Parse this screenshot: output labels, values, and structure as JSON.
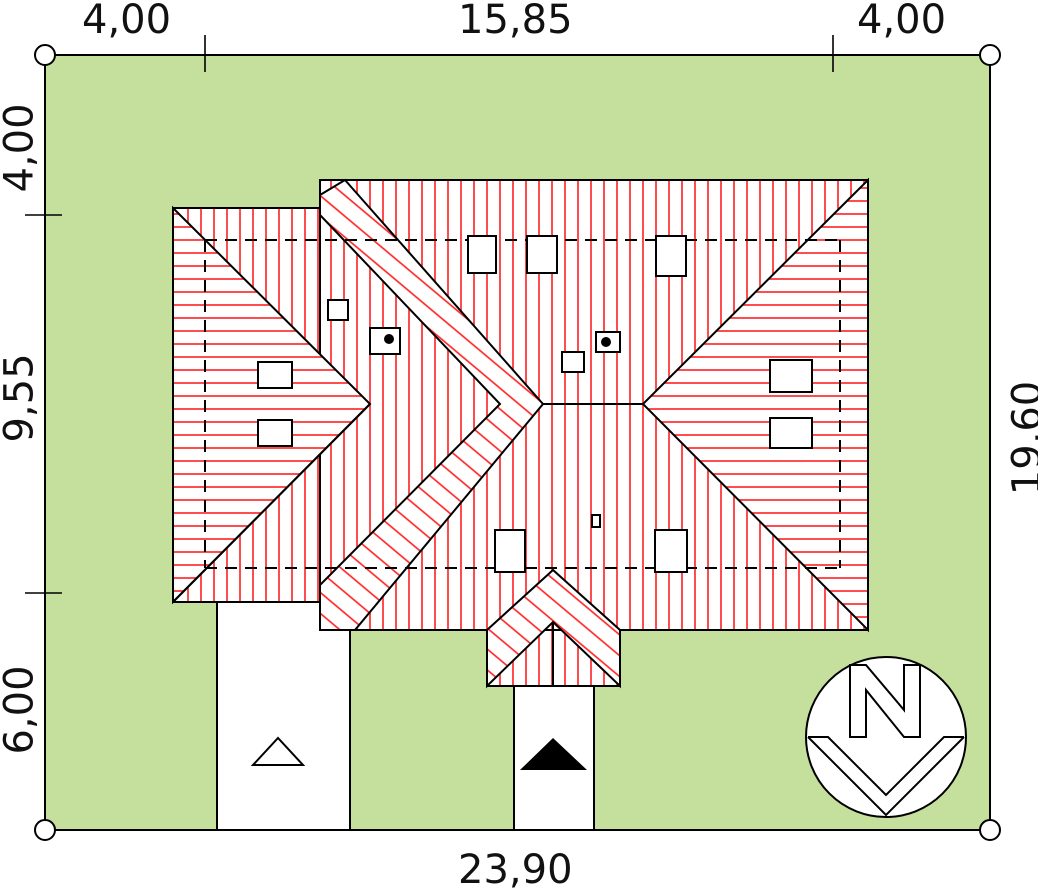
{
  "dimensions": {
    "top_left": "4,00",
    "top_middle": "15,85",
    "top_right": "4,00",
    "left_top": "4,00",
    "left_middle": "9,55",
    "left_bottom": "6,00",
    "right_total": "19,60",
    "bottom_total": "23,90"
  },
  "north_symbol": "N",
  "colors": {
    "plot": "#c5df9c",
    "roof_hatch": "#ff2020",
    "outline": "#000000"
  }
}
